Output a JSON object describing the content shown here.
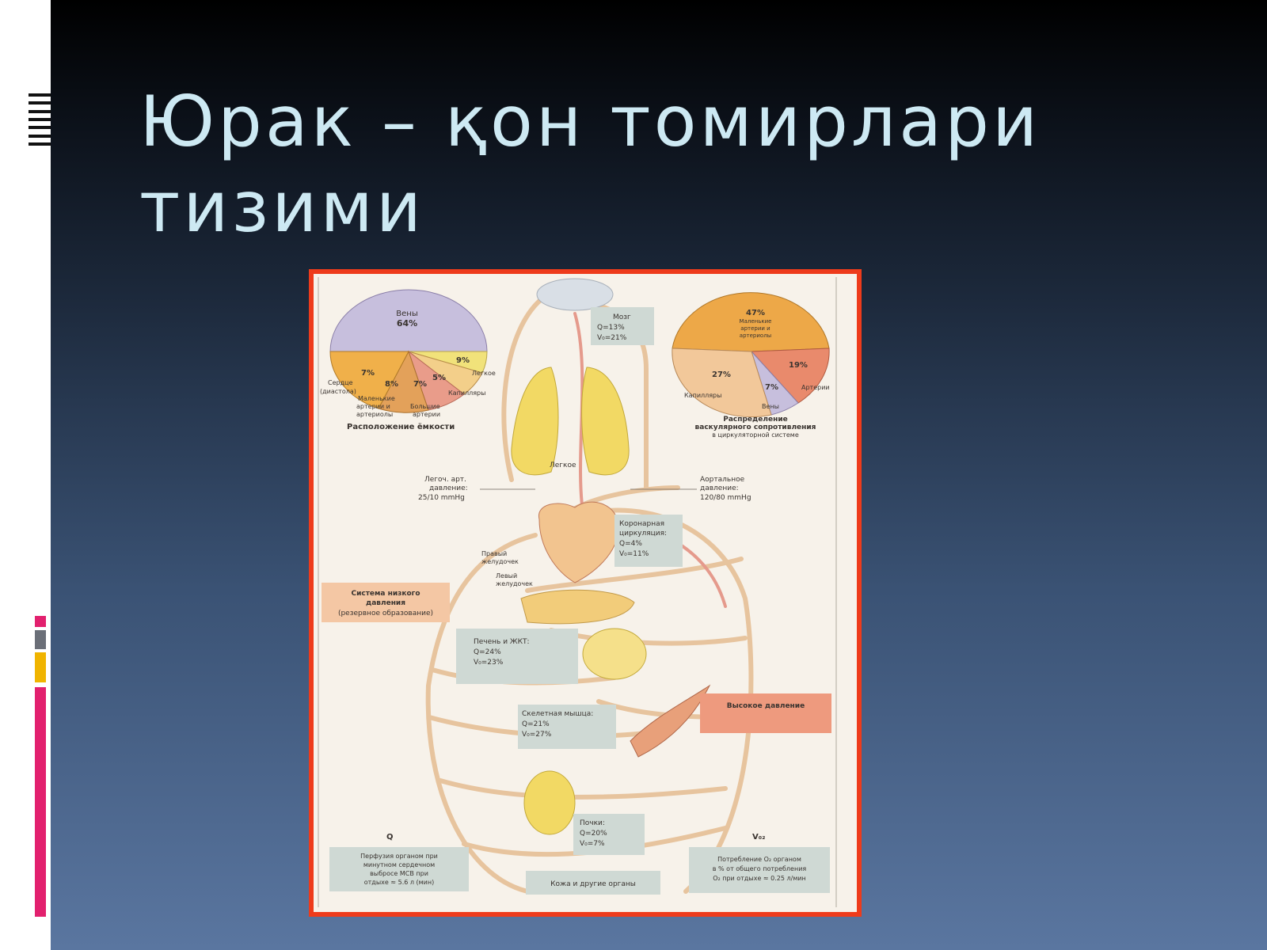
{
  "slide": {
    "title_line1": "Юрак – қон томирлари",
    "title_line2": "тизими",
    "colors": {
      "title": "#cde9f3",
      "frame": "#ee3b1b",
      "accent_pink": "#e2206e",
      "accent_yellow": "#f0b400",
      "accent_gray": "#6b6f78"
    }
  },
  "figure": {
    "capacity_chart": {
      "title": "Расположение ёмкости",
      "veins_label": "Вены",
      "veins_value": "64%",
      "heart_label": "Сердце",
      "heart_sub": "(диастола)",
      "heart_value": "7%",
      "small_art_label": "Маленькие",
      "small_art_sub1": "артерии и",
      "small_art_sub2": "артериолы",
      "small_art_value": "8%",
      "large_art_label": "Большие",
      "large_art_sub": "артерии",
      "large_art_value": "7%",
      "cap_label": "Капилляры",
      "cap_value": "5%",
      "lung_label": "Легкое",
      "lung_value": "9%"
    },
    "resistance_chart": {
      "title1": "Распределение",
      "title2": "васкулярного сопротивления",
      "title3": "в циркуляторной системе",
      "small_value": "47%",
      "small_label1": "Маленькие",
      "small_label2": "артерии и",
      "small_label3": "артериолы",
      "art_value": "19%",
      "art_label": "Артерии",
      "cap_value": "27%",
      "cap_label": "Капилляры",
      "veins_value": "7%",
      "veins_label": "Вены"
    },
    "brain": {
      "name": "Мозг",
      "q": "Q=13%",
      "v": "V₀=21%"
    },
    "lung_caption": "Легкое",
    "pulm_pressure": {
      "l1": "Легоч. арт.",
      "l2": "давление:",
      "l3": "25/10 mmHg"
    },
    "aortic_pressure": {
      "l1": "Аортальное",
      "l2": "давление:",
      "l3": "120/80 mmHg"
    },
    "coronary": {
      "l1": "Коронарная",
      "l2": "циркуляция:",
      "q": "Q=4%",
      "v": "V₀=11%"
    },
    "right_ventricle": {
      "l1": "Правый",
      "l2": "желудочек"
    },
    "left_ventricle": {
      "l1": "Левый",
      "l2": "желудочек"
    },
    "low_pressure": {
      "l1": "Система низкого",
      "l2": "давления",
      "l3": "(резервное образование)"
    },
    "liver": {
      "name": "Печень и ЖКТ:",
      "q": "Q=24%",
      "v": "V₀=23%"
    },
    "high_pressure": "Высокое давление",
    "muscle": {
      "name": "Скелетная мышца:",
      "q": "Q=21%",
      "v": "V₀=27%"
    },
    "kidney": {
      "name": "Почки:",
      "q": "Q=20%",
      "v": "V₀=7%"
    },
    "q_heading": "Q",
    "vo_heading": "V₀₂",
    "perfusion": {
      "l1": "Перфузия органом при",
      "l2": "минутном сердечном",
      "l3": "выбросе МСВ при",
      "l4": "отдыхе ≈ 5.6 л (мин)"
    },
    "skin": "Кожа и другие органы",
    "o2_note": {
      "l1": "Потребление O₂ органом",
      "l2": "в % от общего потребления",
      "l3": "O₂ при отдыхе ≈ 0.25 л/мин"
    }
  }
}
